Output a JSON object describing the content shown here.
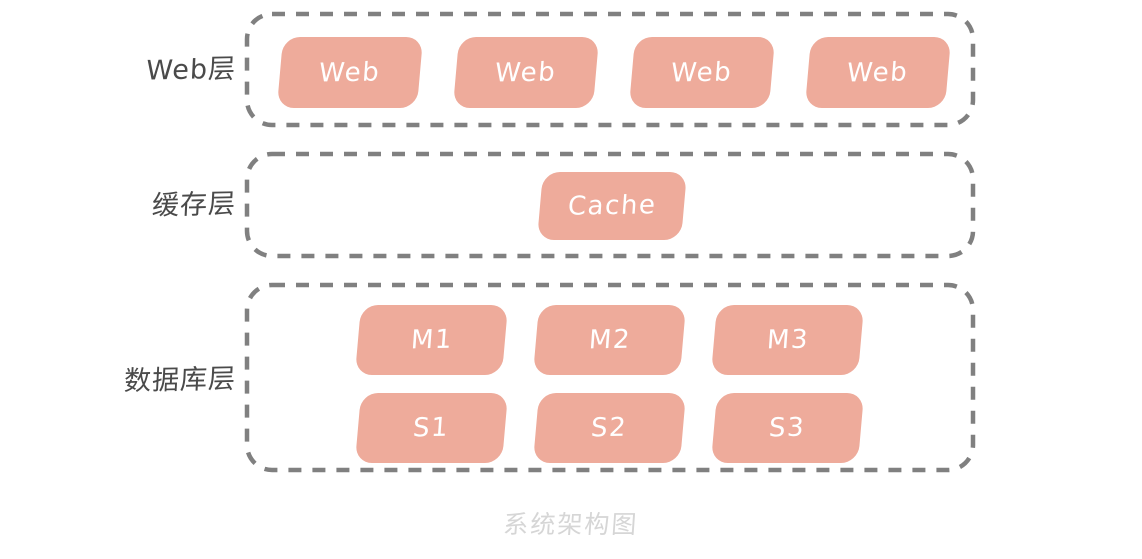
{
  "diagram": {
    "caption": "系统架构图",
    "colors": {
      "node_fill": "#eeab9b",
      "node_text": "#ffffff",
      "dash_stroke": "#808080",
      "label_text": "#4a4a4a",
      "caption_text": "#d6d6d6",
      "background": "#ffffff"
    },
    "layers": [
      {
        "id": "web",
        "label": "Web层",
        "nodes": [
          {
            "id": "web-1",
            "label": "Web"
          },
          {
            "id": "web-2",
            "label": "Web"
          },
          {
            "id": "web-3",
            "label": "Web"
          },
          {
            "id": "web-4",
            "label": "Web"
          }
        ]
      },
      {
        "id": "cache",
        "label": "缓存层",
        "nodes": [
          {
            "id": "cache-1",
            "label": "Cache"
          }
        ]
      },
      {
        "id": "database",
        "label": "数据库层",
        "nodes": [
          {
            "id": "db-m1",
            "label": "M1"
          },
          {
            "id": "db-m2",
            "label": "M2"
          },
          {
            "id": "db-m3",
            "label": "M3"
          },
          {
            "id": "db-s1",
            "label": "S1"
          },
          {
            "id": "db-s2",
            "label": "S2"
          },
          {
            "id": "db-s3",
            "label": "S3"
          }
        ]
      }
    ]
  }
}
